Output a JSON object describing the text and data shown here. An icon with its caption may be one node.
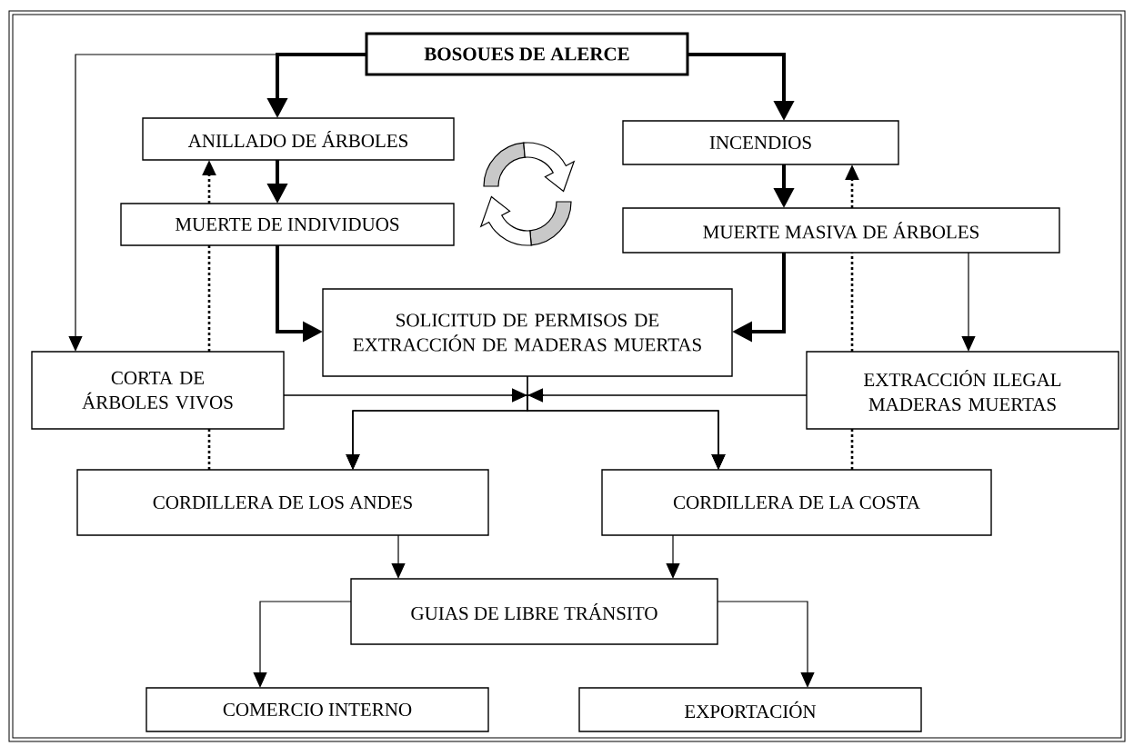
{
  "diagram": {
    "nodes": [
      {
        "text": [
          "BOSOUES DE ALERCE"
        ]
      },
      {
        "text": [
          "ANILLADO DE ÁRBOLES"
        ]
      },
      {
        "text": [
          "INCENDIOS"
        ]
      },
      {
        "text": [
          "MUERTE DE INDIVIDUOS"
        ]
      },
      {
        "text": [
          "MUERTE MASIVA DE ÁRBOLES"
        ]
      },
      {
        "text": [
          "SOLICITUD DE PERMISOS DE EXTRACCIÓN DE MADERAS MUERTAS"
        ]
      },
      {
        "text": [
          "CORTA DE ÁRBOLES VIVOS"
        ]
      },
      {
        "text": [
          "EXTRACCIÓN ILEGAL MADERAS MUERTAS"
        ]
      },
      {
        "text": [
          "CORDILLERA DE LOS ANDES"
        ]
      },
      {
        "text": [
          "CORDILLERA DE LA COSTA"
        ]
      },
      {
        "text": [
          "GUIAS DE LIBRE TRÁNSITO"
        ]
      },
      {
        "text": [
          "COMERCIO INTERNO"
        ]
      },
      {
        "text": [
          "EXPORTACIÓN"
        ]
      }
    ],
    "edges": [
      {
        "from": 0,
        "to": 1,
        "arrow": "to",
        "style": "thick"
      },
      {
        "from": 0,
        "to": 2,
        "arrow": "to",
        "style": "thick"
      },
      {
        "from": 0,
        "to": 6,
        "arrow": "to"
      },
      {
        "from": 1,
        "to": 3,
        "arrow": "to",
        "style": "thick"
      },
      {
        "from": 2,
        "to": 4,
        "arrow": "to",
        "style": "thick"
      },
      {
        "from": 3,
        "to": 5,
        "arrow": "to",
        "style": "thick"
      },
      {
        "from": 4,
        "to": 5,
        "arrow": "to",
        "style": "thick"
      },
      {
        "from": 4,
        "to": 7,
        "arrow": "to"
      },
      {
        "from": 6,
        "to": 3,
        "arrow": "none",
        "style": "dashed"
      },
      {
        "from": 3,
        "to": 1,
        "arrow": "to",
        "style": "dashed"
      },
      {
        "from": 8,
        "to": 6,
        "arrow": "none",
        "style": "dashed"
      },
      {
        "from": 7,
        "to": 4,
        "arrow": "none",
        "style": "dashed"
      },
      {
        "from": 4,
        "to": 2,
        "arrow": "to",
        "style": "dashed"
      },
      {
        "from": 9,
        "to": 7,
        "arrow": "none",
        "style": "dashed"
      },
      {
        "from": 6,
        "to": 8,
        "arrow": "to"
      },
      {
        "from": 6,
        "to": 9,
        "arrow": "to"
      },
      {
        "from": 7,
        "to": 8,
        "arrow": "to"
      },
      {
        "from": 7,
        "to": 9,
        "arrow": "to"
      },
      {
        "from": 5,
        "to": 8,
        "arrow": "to"
      },
      {
        "from": 5,
        "to": 9,
        "arrow": "to"
      },
      {
        "from": 8,
        "to": 10,
        "arrow": "to"
      },
      {
        "from": 9,
        "to": 10,
        "arrow": "to"
      },
      {
        "from": 10,
        "to": 11,
        "arrow": "to"
      },
      {
        "from": 10,
        "to": 12,
        "arrow": "to"
      }
    ]
  }
}
